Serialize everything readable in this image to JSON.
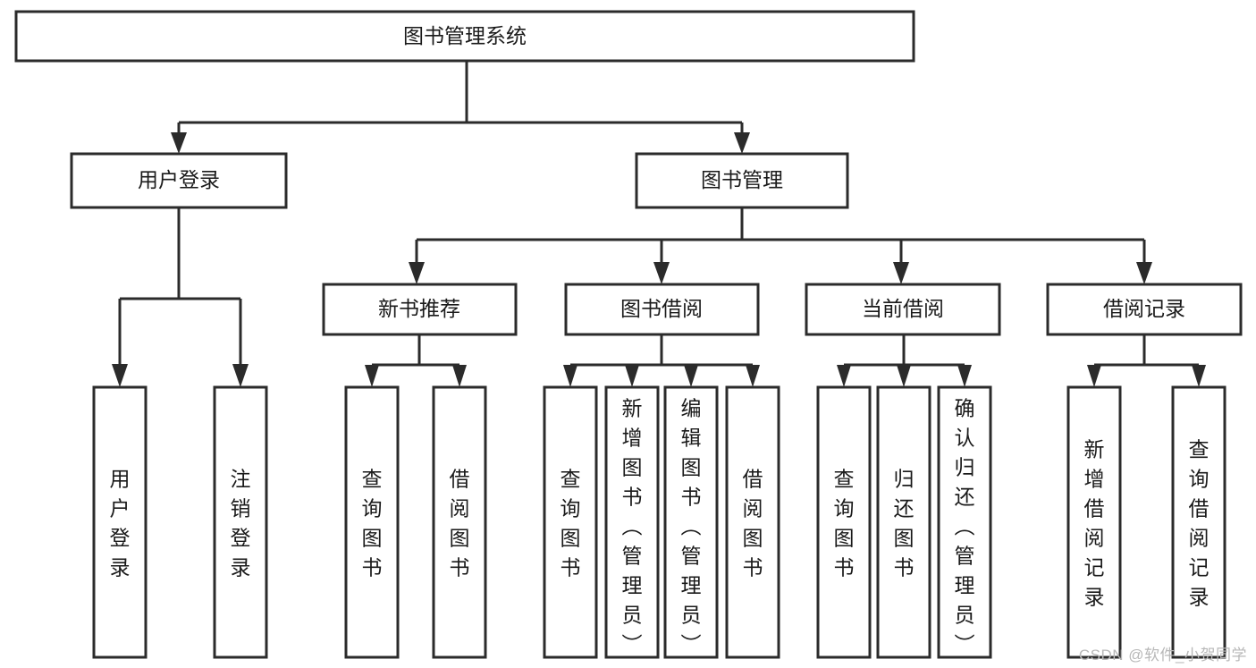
{
  "diagram": {
    "type": "tree",
    "title": "图书管理系统",
    "root": {
      "id": "root",
      "label": "图书管理系统",
      "orientation": "horizontal"
    },
    "level2": [
      {
        "id": "user-login",
        "label": "用户登录",
        "orientation": "horizontal"
      },
      {
        "id": "book-manage",
        "label": "图书管理",
        "orientation": "horizontal"
      }
    ],
    "level3": [
      {
        "id": "new-book-recommend",
        "label": "新书推荐",
        "orientation": "horizontal",
        "parent": "book-manage"
      },
      {
        "id": "book-borrow",
        "label": "图书借阅",
        "orientation": "horizontal",
        "parent": "book-manage"
      },
      {
        "id": "current-borrow",
        "label": "当前借阅",
        "orientation": "horizontal",
        "parent": "book-manage"
      },
      {
        "id": "borrow-record",
        "label": "借阅记录",
        "orientation": "horizontal",
        "parent": "book-manage"
      }
    ],
    "leaves": [
      {
        "id": "leaf-user-login",
        "label": "用户登录",
        "orientation": "vertical",
        "parent": "user-login"
      },
      {
        "id": "leaf-logout",
        "label": "注销登录",
        "orientation": "vertical",
        "parent": "user-login"
      },
      {
        "id": "leaf-query-book-1",
        "label": "查询图书",
        "orientation": "vertical",
        "parent": "new-book-recommend"
      },
      {
        "id": "leaf-borrow-book-1",
        "label": "借阅图书",
        "orientation": "vertical",
        "parent": "new-book-recommend"
      },
      {
        "id": "leaf-query-book-2",
        "label": "查询图书",
        "orientation": "vertical",
        "parent": "book-borrow"
      },
      {
        "id": "leaf-add-book",
        "label": "新增图书（管理员）",
        "orientation": "vertical",
        "parent": "book-borrow"
      },
      {
        "id": "leaf-edit-book",
        "label": "编辑图书（管理员）",
        "orientation": "vertical",
        "parent": "book-borrow"
      },
      {
        "id": "leaf-borrow-book-2",
        "label": "借阅图书",
        "orientation": "vertical",
        "parent": "book-borrow"
      },
      {
        "id": "leaf-query-book-3",
        "label": "查询图书",
        "orientation": "vertical",
        "parent": "current-borrow"
      },
      {
        "id": "leaf-return-book",
        "label": "归还图书",
        "orientation": "vertical",
        "parent": "current-borrow"
      },
      {
        "id": "leaf-confirm-return",
        "label": "确认归还（管理员）",
        "orientation": "vertical",
        "parent": "current-borrow"
      },
      {
        "id": "leaf-add-record",
        "label": "新增借阅记录",
        "orientation": "vertical",
        "parent": "borrow-record"
      },
      {
        "id": "leaf-query-record",
        "label": "查询借阅记录",
        "orientation": "vertical",
        "parent": "borrow-record"
      }
    ],
    "colors": {
      "box_stroke": "#2b2b2b",
      "box_fill": "#ffffff",
      "line": "#2b2b2b",
      "text": "#1a1a1a",
      "background": "#ffffff",
      "watermark": "#b8b8b8"
    }
  },
  "watermark": {
    "text": "CSDN @软件_小贺同学"
  }
}
